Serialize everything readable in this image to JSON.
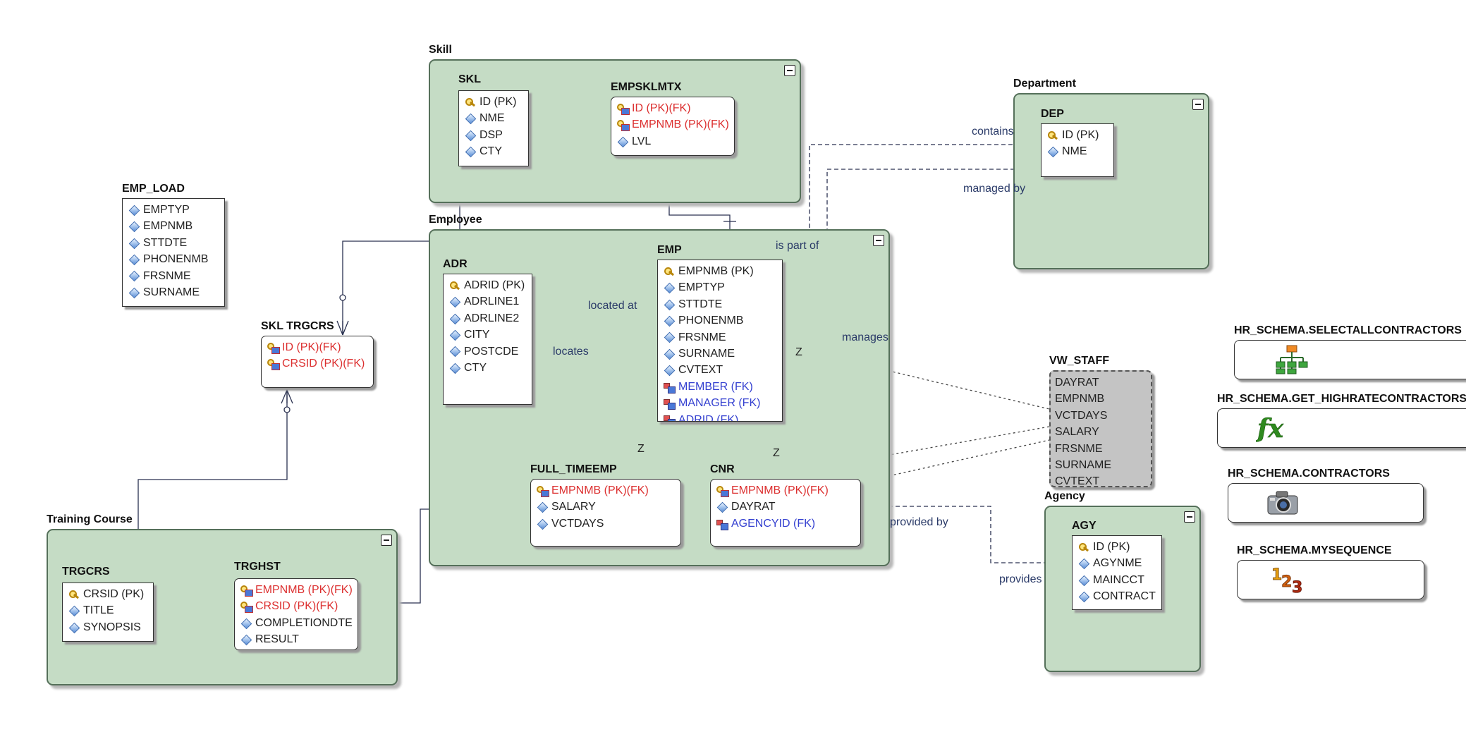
{
  "groups": {
    "skill": "Skill",
    "department": "Department",
    "employee": "Employee",
    "training_course": "Training Course",
    "agency": "Agency"
  },
  "entities": {
    "skl": {
      "name": "SKL",
      "attrs": [
        {
          "icon": "key-icon",
          "text": "ID (PK)"
        },
        {
          "icon": "attribute-icon",
          "text": "NME"
        },
        {
          "icon": "attribute-icon",
          "text": "DSP"
        },
        {
          "icon": "attribute-icon",
          "text": "CTY"
        }
      ]
    },
    "empsklmtx": {
      "name": "EMPSKLMTX",
      "attrs": [
        {
          "icon": "pk-fk-icon",
          "text": "ID (PK)(FK)",
          "kind": "pkfk"
        },
        {
          "icon": "pk-fk-icon",
          "text": "EMPNMB (PK)(FK)",
          "kind": "pkfk"
        },
        {
          "icon": "attribute-icon",
          "text": "LVL"
        }
      ]
    },
    "dep": {
      "name": "DEP",
      "attrs": [
        {
          "icon": "key-icon",
          "text": "ID (PK)"
        },
        {
          "icon": "attribute-icon",
          "text": "NME"
        }
      ]
    },
    "emp_load": {
      "name": "EMP_LOAD",
      "attrs": [
        {
          "icon": "attribute-icon",
          "text": "EMPTYP"
        },
        {
          "icon": "attribute-icon",
          "text": "EMPNMB"
        },
        {
          "icon": "attribute-icon",
          "text": "STTDTE"
        },
        {
          "icon": "attribute-icon",
          "text": "PHONENMB"
        },
        {
          "icon": "attribute-icon",
          "text": "FRSNME"
        },
        {
          "icon": "attribute-icon",
          "text": "SURNAME"
        }
      ]
    },
    "adr": {
      "name": "ADR",
      "attrs": [
        {
          "icon": "key-icon",
          "text": "ADRID (PK)"
        },
        {
          "icon": "attribute-icon",
          "text": "ADRLINE1"
        },
        {
          "icon": "attribute-icon",
          "text": "ADRLINE2"
        },
        {
          "icon": "attribute-icon",
          "text": "CITY"
        },
        {
          "icon": "attribute-icon",
          "text": "POSTCDE"
        },
        {
          "icon": "attribute-icon",
          "text": "CTY"
        }
      ]
    },
    "emp": {
      "name": "EMP",
      "attrs": [
        {
          "icon": "key-icon",
          "text": "EMPNMB (PK)"
        },
        {
          "icon": "attribute-icon",
          "text": "EMPTYP"
        },
        {
          "icon": "attribute-icon",
          "text": "STTDTE"
        },
        {
          "icon": "attribute-icon",
          "text": "PHONENMB"
        },
        {
          "icon": "attribute-icon",
          "text": "FRSNME"
        },
        {
          "icon": "attribute-icon",
          "text": "SURNAME"
        },
        {
          "icon": "attribute-icon",
          "text": "CVTEXT"
        },
        {
          "icon": "fk-icon",
          "text": "MEMBER (FK)",
          "kind": "fk"
        },
        {
          "icon": "fk-icon",
          "text": "MANAGER (FK)",
          "kind": "fk"
        },
        {
          "icon": "fk-icon",
          "text": "ADRID (FK)",
          "kind": "fk"
        }
      ]
    },
    "skl_trgcrs": {
      "name": "SKL TRGCRS",
      "attrs": [
        {
          "icon": "pk-fk-icon",
          "text": "ID (PK)(FK)",
          "kind": "pkfk"
        },
        {
          "icon": "pk-fk-icon",
          "text": "CRSID (PK)(FK)",
          "kind": "pkfk"
        }
      ]
    },
    "full_timeemp": {
      "name": "FULL_TIMEEMP",
      "attrs": [
        {
          "icon": "pk-fk-icon",
          "text": "EMPNMB (PK)(FK)",
          "kind": "pkfk"
        },
        {
          "icon": "attribute-icon",
          "text": "SALARY"
        },
        {
          "icon": "attribute-icon",
          "text": "VCTDAYS"
        }
      ]
    },
    "cnr": {
      "name": "CNR",
      "attrs": [
        {
          "icon": "pk-fk-icon",
          "text": "EMPNMB (PK)(FK)",
          "kind": "pkfk"
        },
        {
          "icon": "attribute-icon",
          "text": "DAYRAT"
        },
        {
          "icon": "fk-icon",
          "text": "AGENCYID (FK)",
          "kind": "fk"
        }
      ]
    },
    "trgcrs": {
      "name": "TRGCRS",
      "attrs": [
        {
          "icon": "key-icon",
          "text": "CRSID (PK)"
        },
        {
          "icon": "attribute-icon",
          "text": "TITLE"
        },
        {
          "icon": "attribute-icon",
          "text": "SYNOPSIS"
        }
      ]
    },
    "trghst": {
      "name": "TRGHST",
      "attrs": [
        {
          "icon": "pk-fk-icon",
          "text": "EMPNMB (PK)(FK)",
          "kind": "pkfk"
        },
        {
          "icon": "pk-fk-icon",
          "text": "CRSID (PK)(FK)",
          "kind": "pkfk"
        },
        {
          "icon": "attribute-icon",
          "text": "COMPLETIONDTE"
        },
        {
          "icon": "attribute-icon",
          "text": "RESULT"
        }
      ]
    },
    "agy": {
      "name": "AGY",
      "attrs": [
        {
          "icon": "key-icon",
          "text": "ID (PK)"
        },
        {
          "icon": "attribute-icon",
          "text": "AGYNME"
        },
        {
          "icon": "attribute-icon",
          "text": "MAINCCT"
        },
        {
          "icon": "attribute-icon",
          "text": "CONTRACT"
        }
      ]
    }
  },
  "view": {
    "name": "VW_STAFF",
    "columns": [
      "DAYRAT",
      "EMPNMB",
      "VCTDAYS",
      "SALARY",
      "FRSNME",
      "SURNAME",
      "CVTEXT"
    ]
  },
  "relationship_labels": {
    "contains": "contains",
    "managed_by": "managed by",
    "is_part_of": "is part of",
    "located_at": "located at",
    "locates": "locates",
    "manages": "manages",
    "provided_by": "provided by",
    "provides": "provides",
    "z": "Z"
  },
  "schema_objects": {
    "select_all_contractors": {
      "title": "HR_SCHEMA.SELECTALLCONTRACTORS",
      "icon": "hierarchy-icon"
    },
    "get_highrate_contractors": {
      "title": "HR_SCHEMA.GET_HIGHRATECONTRACTORS",
      "icon": "function-fx-icon"
    },
    "contractors": {
      "title": "HR_SCHEMA.CONTRACTORS",
      "icon": "camera-icon"
    },
    "mysequence": {
      "title": "HR_SCHEMA.MYSEQUENCE",
      "icon": "sequence-123-icon"
    }
  },
  "colors": {
    "group_fill": "#c5dcc5",
    "pk_fk_text": "#dc3030",
    "fk_text": "#3440d0",
    "view_fill": "#c4c4c4",
    "label_text": "#2a3a68"
  }
}
